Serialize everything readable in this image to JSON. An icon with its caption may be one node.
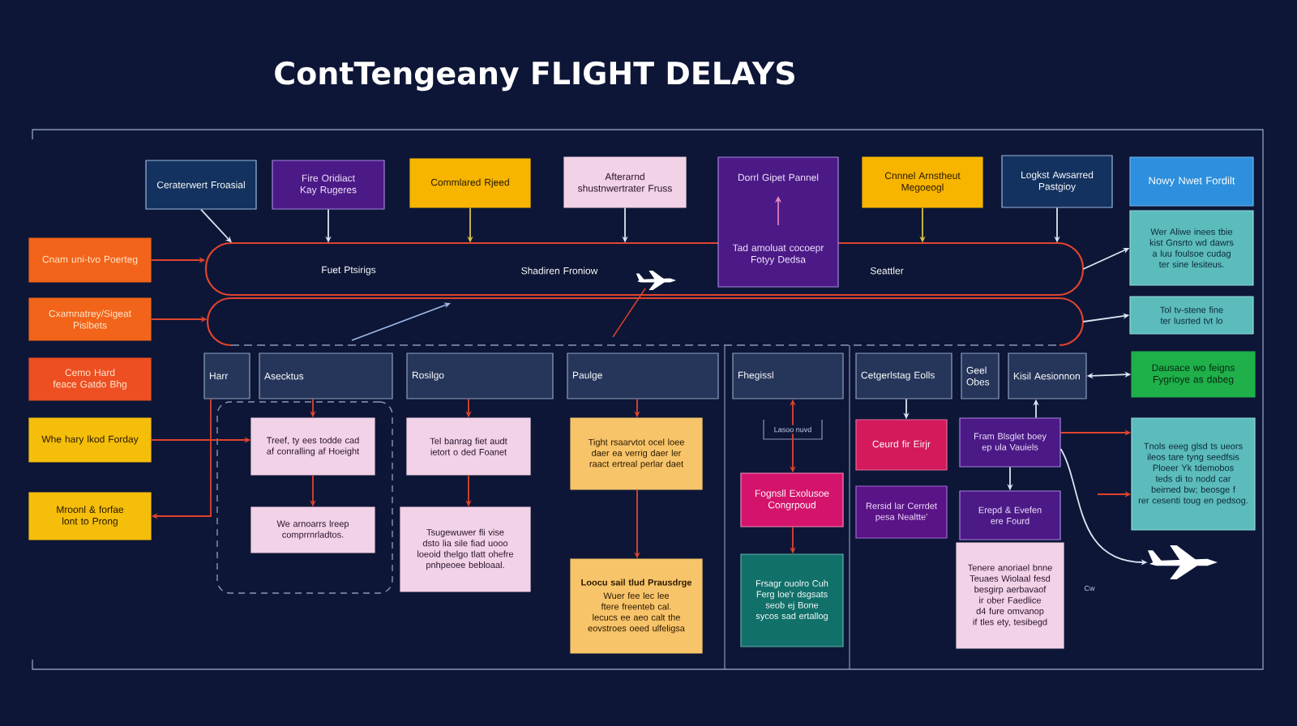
{
  "diagram": {
    "title": "ContTengeany FLIGHT DELAYS",
    "nodes": [
      {
        "text": [
          "Ceraterwert Froasial"
        ]
      },
      {
        "text": [
          "Fire Oridiact Kay Rugeres"
        ]
      },
      {
        "text": [
          "Commlared Rjeed"
        ]
      },
      {
        "text": [
          "Afterarnd shustnwertrater Fruss"
        ]
      },
      {
        "text": [
          "Dorrl Gipet Pannel",
          "Tad amoluat cocoepr Fotyy Dedsa"
        ]
      },
      {
        "text": [
          "Cnnnel Arnstheut Megoeogl"
        ]
      },
      {
        "text": [
          "Logkst Awsarred Pastgioy"
        ]
      },
      {
        "text": [
          "Nowy Nwet Fordilt"
        ]
      },
      {
        "text": [
          "Wer Aliwe inees tbie kist Gnsrto wd dawrs a luu foulsoe cudag ter sine lesiteus."
        ]
      },
      {
        "text": [
          "Cnam uni-tvo Poerteg"
        ]
      },
      {
        "text": [
          "Cxamnatrey/Sigeat Pislbets"
        ]
      },
      {
        "text": [
          "Fuet Ptsirigs",
          "Shadiren Froniow",
          "Seattler"
        ]
      },
      {
        "text": [],
        "shape": "band"
      },
      {
        "text": [
          "Tol tv-stene fine ter lusrted tvt lo"
        ]
      },
      {
        "text": [
          "Cemo Hard feace Gatdo Bhg"
        ]
      },
      {
        "text": [
          "Harr"
        ]
      },
      {
        "text": [
          "Asecktus"
        ]
      },
      {
        "text": [
          "Rosilgo"
        ]
      },
      {
        "text": [
          "Paulge"
        ]
      },
      {
        "text": [
          "Fhegissl"
        ]
      },
      {
        "text": [
          "Cetgerlstag Eolls"
        ]
      },
      {
        "text": [
          "Geel Obes"
        ]
      },
      {
        "text": [
          "Kisil Aesionnon"
        ]
      },
      {
        "text": [
          "Dausace wo feigns Fygrioye as dabeg"
        ]
      },
      {
        "text": [
          "Whe hary lkod Forday"
        ]
      },
      {
        "text": [],
        "shape": "box"
      },
      {
        "text": [
          "Treef, ty ees todde cad af conralling af Hoeight"
        ],
        "in": 25
      },
      {
        "text": [
          "We arnoarrs lreep comprrnrladtos."
        ],
        "in": 25
      },
      {
        "text": [
          "Tel banrag fiet audt ietort o ded Foanet"
        ]
      },
      {
        "text": [
          "Tight rsaarvtot ocel loee daer ea verrig daer ler raact ertreal perlar daet"
        ]
      },
      {
        "text": [
          "Ceurd fir Eirjr"
        ]
      },
      {
        "text": [
          "Fram Blsglet boey ep ula Vauiels"
        ]
      },
      {
        "text": [
          "Tnols eeeg glsd ts ueors ileos tare tyng seedfsis Ploeer Yk tdemobos teds di to nodd car beirned bw; beosge f rer cesenti toug en pedsog."
        ]
      },
      {
        "text": [
          "Fognsll Exolusoe Congrpoud"
        ]
      },
      {
        "text": [
          "Mroonl & forfae lont to Prong"
        ]
      },
      {
        "text": [
          "Rersid lar Cerrdet pesa Nealtte'"
        ]
      },
      {
        "text": [
          "Erepd & Evefen ere Fourd"
        ]
      },
      {
        "text": [
          "Tsugewuwer fli vise dsto lia sile fiad uooo loeoid thelgo tlatt ohefre pnhpeoee bebloaal."
        ]
      },
      {
        "text": [
          "Tenere anoriael bnne Teuaes Wiolaal fesd besgirp aerbavaof ir ober Faedlice d4 fure omvanop if tles ety, tesibegd"
        ]
      },
      {
        "text": [],
        "shape": "picture"
      },
      {
        "text": [
          "Frsagr ouolro Cuh Ferg loe'r dsgsats seob ej Bone sycos sad ertallog"
        ]
      },
      {
        "text": [
          "Loocu sail tlud Prausdrge",
          "Wuer fee lec lee ftere freenteb cal. lecucs ee aeo calt the eovstroes oeed ulfeligsa"
        ]
      }
    ],
    "edges": [
      {
        "from": 0,
        "to": 11,
        "arrow": "to",
        "color": "#dce6f4"
      },
      {
        "from": 1,
        "to": 11,
        "arrow": "to",
        "color": "#dce6f4"
      },
      {
        "from": 2,
        "to": 11,
        "arrow": "to",
        "color": "#d9c24a"
      },
      {
        "from": 3,
        "to": 11,
        "arrow": "to",
        "color": "#dce6f4"
      },
      {
        "from": 5,
        "to": 11,
        "arrow": "to",
        "color": "#d9c24a"
      },
      {
        "from": 6,
        "to": 11,
        "arrow": "to",
        "color": "#dce6f4"
      },
      {
        "from": 9,
        "to": 11,
        "arrow": "to"
      },
      {
        "from": 10,
        "to": 12,
        "arrow": "to"
      },
      {
        "from": 11,
        "to": 8,
        "arrow": "to",
        "color": "#dce6f4"
      },
      {
        "from": 12,
        "to": 13,
        "arrow": "to",
        "color": "#dce6f4"
      },
      {
        "from": 22,
        "to": 23,
        "arrow": "both",
        "color": "#dce6f4"
      },
      {
        "from": 16,
        "to": 26,
        "arrow": "to"
      },
      {
        "from": 24,
        "to": 26,
        "arrow": "to"
      },
      {
        "from": 26,
        "to": 27,
        "arrow": "to"
      },
      {
        "from": 15,
        "to": 34,
        "arrow": "to"
      },
      {
        "from": 17,
        "to": 28,
        "arrow": "to"
      },
      {
        "from": 28,
        "to": 37,
        "arrow": "to"
      },
      {
        "from": 18,
        "to": 29,
        "arrow": "to"
      },
      {
        "from": 29,
        "to": 41,
        "arrow": "to"
      },
      {
        "from": 19,
        "to": 33,
        "arrow": "both",
        "label": "Lasoo nuvd"
      },
      {
        "from": 33,
        "to": 40,
        "arrow": "to"
      },
      {
        "from": 20,
        "to": 30,
        "arrow": "to",
        "color": "#dce6f4"
      },
      {
        "from": 31,
        "to": 22,
        "arrow": "to",
        "color": "#dce6f4"
      },
      {
        "from": 31,
        "to": 36,
        "arrow": "to",
        "color": "#dce6f4"
      },
      {
        "from": 31,
        "to": 32,
        "arrow": "to"
      },
      {
        "from": null,
        "to": 32,
        "arrow": "to"
      },
      {
        "from": 31,
        "to": 39,
        "arrow": "to",
        "color": "#dce6f4"
      }
    ],
    "labels": [
      "Cw"
    ]
  }
}
